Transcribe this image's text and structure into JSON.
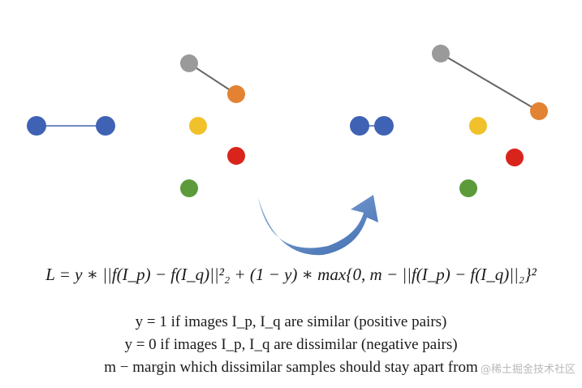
{
  "colors": {
    "blue": "#3f62b5",
    "gray": "#9a9a9a",
    "orange": "#e28232",
    "yellow": "#f1c12b",
    "red": "#d9241c",
    "green": "#5c9a3a",
    "arrow": "#5b86c4",
    "line_blue": "#6f8ac8",
    "line_gray": "#666666"
  },
  "formula": {
    "loss": "L = y ∗ ||f(I_p) − f(I_q)||²₂ + (1 − y) ∗ max{0, m − ||f(I_p) − f(I_q)||₂}²",
    "condition_positive": "y = 1 if images I_p, I_q are similar (positive pairs)",
    "condition_negative": "y = 0 if images I_p, I_q are dissimilar (negative pairs)",
    "margin": "m − margin which dissimilar samples should stay apart from"
  },
  "watermark": "@稀土掘金技术社区"
}
